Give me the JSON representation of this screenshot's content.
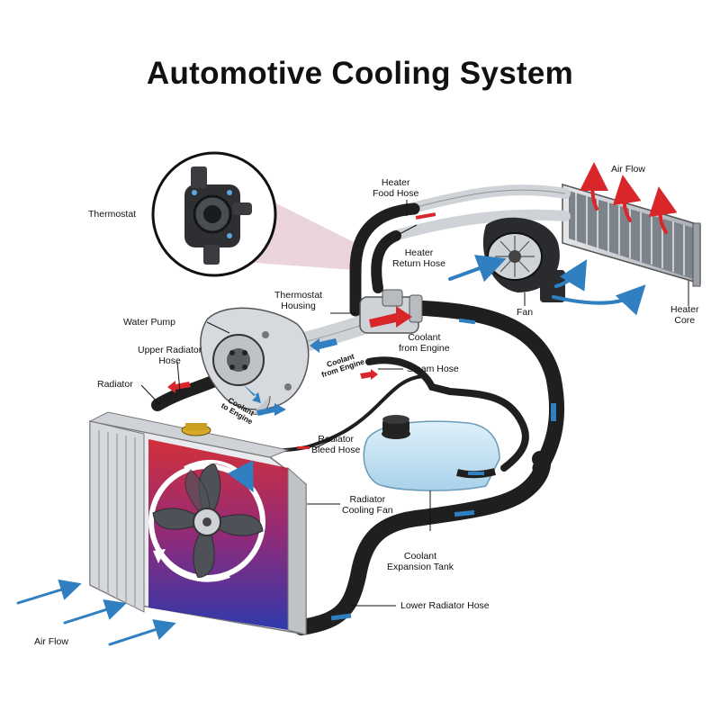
{
  "title": "Automotive Cooling System",
  "labels": {
    "air_flow_top": "Air Flow",
    "heater_food_hose": "Heater\nFood Hose",
    "thermostat": "Thermostat",
    "heater_return_hose": "Heater\nReturn Hose",
    "thermostat_housing": "Thermostat\nHousing",
    "fan": "Fan",
    "heater_core": "Heater\nCore",
    "water_pump": "Water Pump",
    "coolant_from_engine": "Coolant\nfrom Engine",
    "upper_radiator_hose": "Upper Radiator\nHose",
    "coolant_from_engine_small": "Coolant\nfrom Engine",
    "steam_hose": "Steam Hose",
    "radiator": "Radiator",
    "coolant_to_engine": "Coolant\nto Engine",
    "radiator_bleed_hose": "Radiator\nBleed Hose",
    "radiator_cooling_fan": "Radiator\nCooling Fan",
    "coolant_expansion_tank": "Coolant\nExpansion Tank",
    "lower_radiator_hose": "Lower Radiator Hose",
    "air_flow_bottom": "Air Flow"
  },
  "colors": {
    "hose": "#1f1f1f",
    "metal": "#c8ccd1",
    "coolant_hot": "#d8262b",
    "coolant_cold": "#2f7fc1",
    "fan_red": "#d0202a",
    "fan_blue": "#2434a8",
    "tank": "#bfe0f2"
  }
}
